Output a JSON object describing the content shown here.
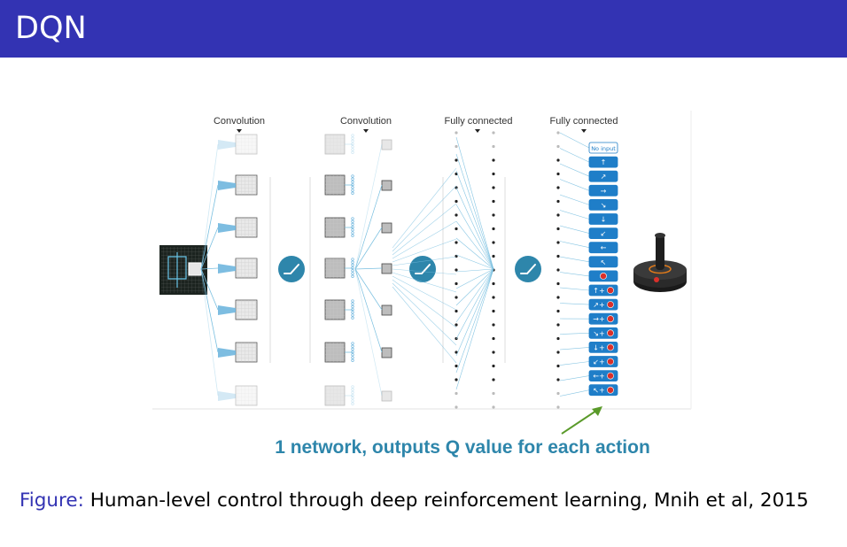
{
  "slide": {
    "title": "DQN"
  },
  "figure": {
    "layer_labels": [
      "Convolution",
      "Convolution",
      "Fully connected",
      "Fully connected"
    ],
    "action_buttons": [
      {
        "label": "No input"
      },
      {
        "label": "↑"
      },
      {
        "label": "↗"
      },
      {
        "label": "→"
      },
      {
        "label": "↘"
      },
      {
        "label": "↓"
      },
      {
        "label": "↙"
      },
      {
        "label": "←"
      },
      {
        "label": "↖"
      },
      {
        "label": ""
      },
      {
        "label": "↑+"
      },
      {
        "label": "↗+"
      },
      {
        "label": "→+"
      },
      {
        "label": "↘+"
      },
      {
        "label": "↓+"
      },
      {
        "label": "↙+"
      },
      {
        "label": "←+"
      },
      {
        "label": "↖+"
      }
    ],
    "annotation": "1 network, outputs Q value for each action"
  },
  "caption": {
    "label": "Figure:",
    "text": " Human-level control through deep reinforcement learning, Mnih et al, 2015"
  },
  "colors": {
    "title_bar": "#3333b3",
    "accent_blue": "#2e86ab",
    "button_blue": "#1f7ec8",
    "arrow_green": "#5a9a2a",
    "fire_red": "#d9302a"
  }
}
